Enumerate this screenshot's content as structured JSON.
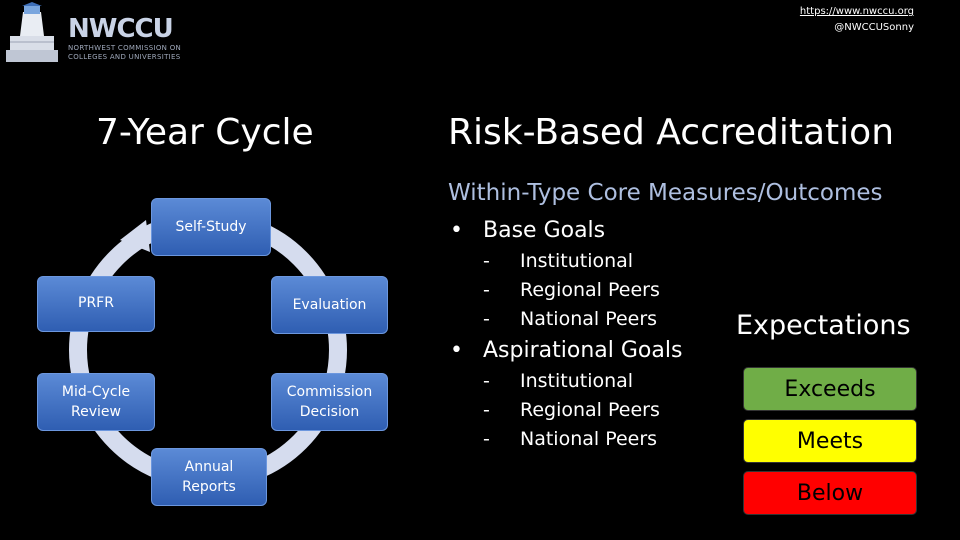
{
  "header": {
    "logo_text": "NWCCU",
    "logo_sub_1": "NORTHWEST COMMISSION ON",
    "logo_sub_2": "COLLEGES AND UNIVERSITIES",
    "url": "https://www.nwccu.org",
    "handle": "@NWCCUSonny"
  },
  "left": {
    "title": "7-Year Cycle",
    "cycle": {
      "self_study": "Self-Study",
      "prfr": "PRFR",
      "evaluation": "Evaluation",
      "mid_cycle_1": "Mid-Cycle",
      "mid_cycle_2": "Review",
      "decision_1": "Commission",
      "decision_2": "Decision",
      "annual_1": "Annual",
      "annual_2": "Reports"
    }
  },
  "right": {
    "title": "Risk-Based Accreditation",
    "subtitle": "Within-Type Core Measures/Outcomes",
    "bullet": "•",
    "dash": "-",
    "base_goals": "Base Goals",
    "base_items": [
      "Institutional",
      "Regional Peers",
      "National Peers"
    ],
    "aspirational_goals": "Aspirational Goals",
    "aspirational_items": [
      "Institutional",
      "Regional Peers",
      "National Peers"
    ]
  },
  "expectations": {
    "title": "Expectations",
    "exceeds": "Exceeds",
    "meets": "Meets",
    "below": "Below",
    "colors": {
      "exceeds": "#70ad47",
      "meets": "#ffff00",
      "below": "#ff0000"
    }
  }
}
